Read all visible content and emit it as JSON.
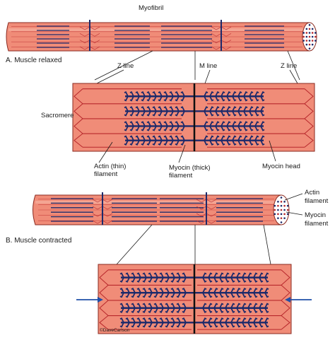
{
  "colors": {
    "muscle_fill": "#f08c78",
    "muscle_light": "#f6b5a5",
    "actin": "#b8282c",
    "myosin": "#1c2a6b",
    "arrow": "#1f4fa8"
  },
  "labels": {
    "myofibril": "Myofibril",
    "section_a": "A. Muscle relaxed",
    "z_line_left": "Z line",
    "m_line": "M line",
    "z_line_right": "Z line",
    "sarcomere": "Sacromere",
    "actin_thin_1": "Actin (thin)",
    "actin_thin_2": "filament",
    "myosin_thick_1": "Myocin (thick)",
    "myosin_thick_2": "filament",
    "myosin_head": "Myocin head",
    "actin_filament_1": "Actin",
    "actin_filament_2": "filament",
    "myosin_filament_1": "Myocin",
    "myosin_filament_2": "filament",
    "section_b": "B. Muscle contracted",
    "copyright": "©DaveCarlson"
  }
}
